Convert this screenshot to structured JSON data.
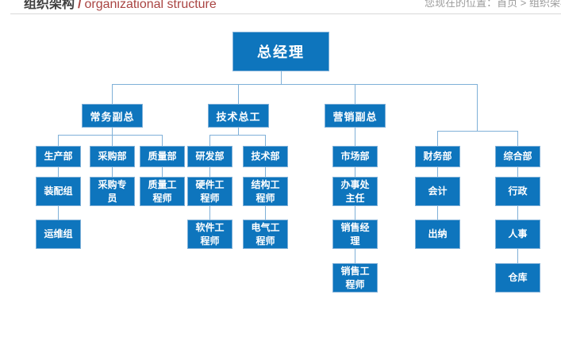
{
  "theme": {
    "box_blue": "#0e75bd",
    "line_blue": "#7fb0d8",
    "accent_red": "#a94442",
    "title_color": "#3f3f3f",
    "muted_gray": "#9a9a9a",
    "divider_gray": "#d9d9d9"
  },
  "header": {
    "title_zh": "组织架构",
    "title_divider": "/",
    "title_en": "organizational structure",
    "breadcrumb": "您现在的位置：首页 > 组织架构"
  },
  "org": {
    "hierarchy": {
      "总经理": {
        "常务副总": {
          "生产部": [
            "装配组",
            "运维组"
          ],
          "采购部": [
            "采购专员"
          ],
          "质量部": [
            "质量工程师"
          ]
        },
        "技术总工": {
          "研发部": [
            "硬件工程师",
            "软件工程师"
          ],
          "技术部": [
            "结构工程师",
            "电气工程师"
          ]
        },
        "营销副总": {
          "市场部": [
            "办事处主任",
            "销售经理",
            "销售工程师"
          ]
        },
        "财务部": [
          "会计",
          "出纳"
        ],
        "综合部": [
          "行政",
          "人事",
          "仓库"
        ]
      }
    }
  },
  "nodes": [
    {
      "label": "总经理"
    },
    {
      "label": "常务副总"
    },
    {
      "label": "技术总工"
    },
    {
      "label": "营销副总"
    },
    {
      "label": "生产部"
    },
    {
      "label": "采购部"
    },
    {
      "label": "质量部"
    },
    {
      "label": "研发部"
    },
    {
      "label": "技术部"
    },
    {
      "label": "市场部"
    },
    {
      "label": "财务部"
    },
    {
      "label": "综合部"
    },
    {
      "label": "装配组"
    },
    {
      "label": "采购专\n员"
    },
    {
      "label": "质量工\n程师"
    },
    {
      "label": "硬件工\n程师"
    },
    {
      "label": "结构工\n程师"
    },
    {
      "label": "办事处\n主任"
    },
    {
      "label": "会计"
    },
    {
      "label": "行政"
    },
    {
      "label": "运维组"
    },
    {
      "label": "软件工\n程师"
    },
    {
      "label": "电气工\n程师"
    },
    {
      "label": "销售经\n理"
    },
    {
      "label": "出纳"
    },
    {
      "label": "人事"
    },
    {
      "label": "销售工\n程师"
    },
    {
      "label": "仓库"
    }
  ]
}
